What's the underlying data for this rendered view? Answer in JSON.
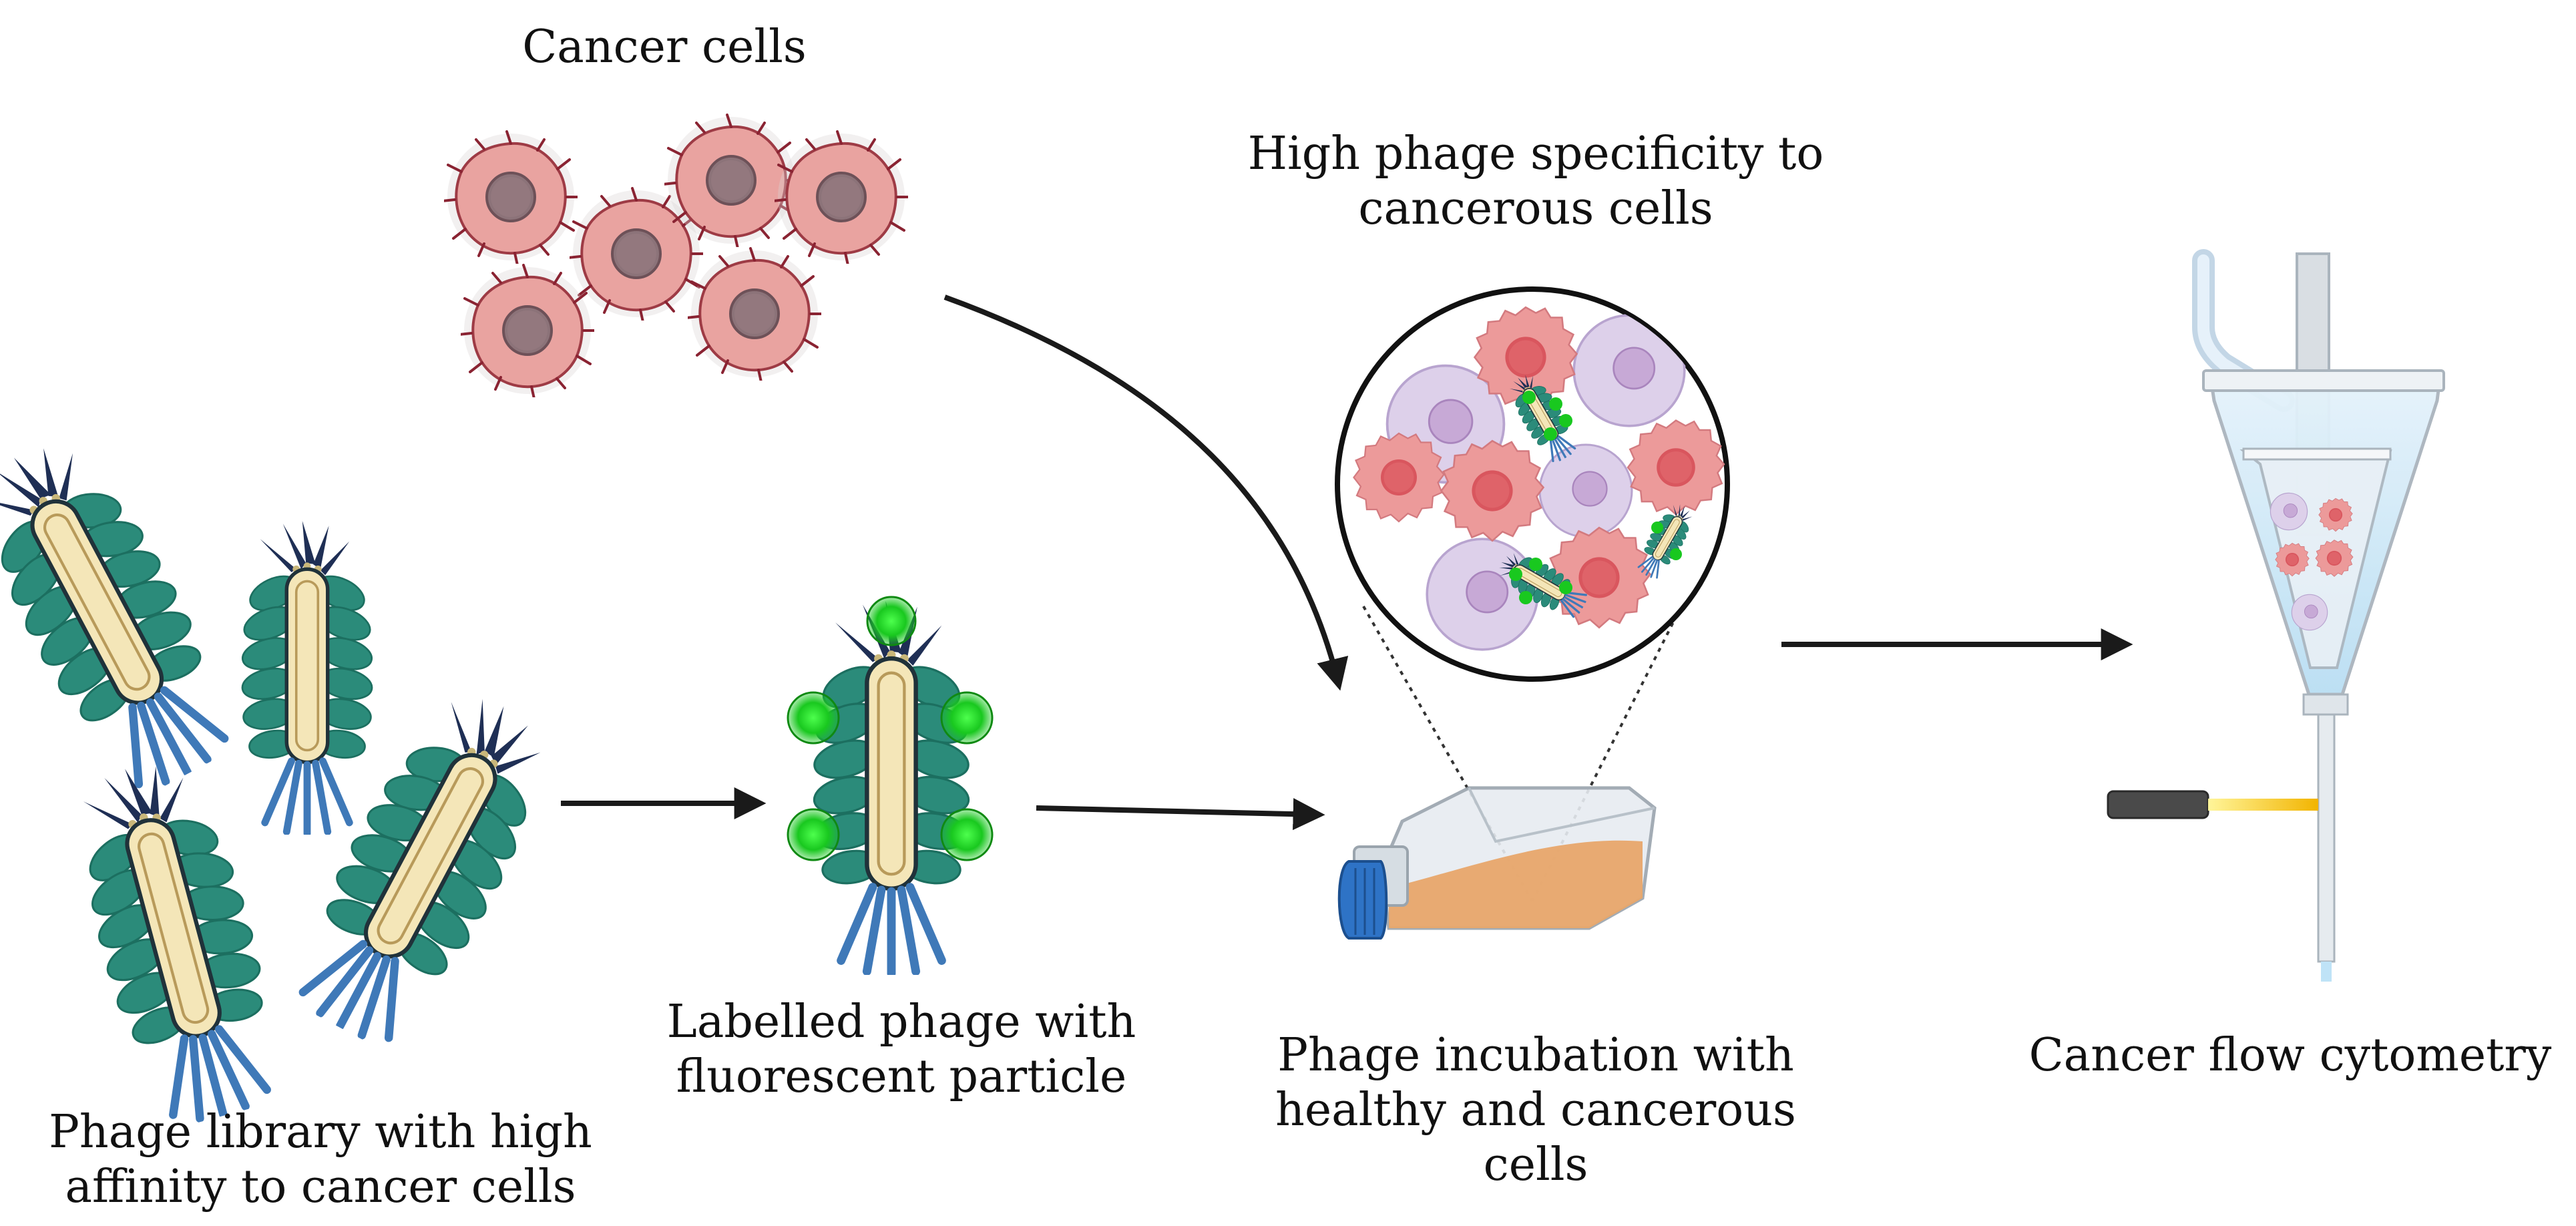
{
  "labels": {
    "cancer_cells": "Cancer cells",
    "specificity": [
      "High phage specificity to",
      "cancerous cells"
    ],
    "labelled_phage": [
      "Labelled phage with",
      "fluorescent particle"
    ],
    "incubation": [
      "Phage incubation with",
      "healthy and cancerous",
      "cells"
    ],
    "flow": "Cancer flow cytometry",
    "library": [
      "Phage library with high",
      "affinity to cancer cells"
    ]
  },
  "colors": {
    "cancer_cell": "#e9a3a0",
    "cancer_nucleus": "#8c7379",
    "healthy_cell": "#ddd0ea",
    "healthy_nucleus": "#c7a9d6",
    "phage_capsid": "#f4e6b8",
    "phage_body": "#2b8b7a",
    "phage_fibers": "#3f79b8",
    "phage_head": "#1f2f55",
    "fluorescent": "#19c81f",
    "flask_medium": "#e8a66a",
    "flask_cap": "#2e73c6",
    "arrow": "#1a1a1a"
  },
  "icons": [
    "cancer-cell-icon",
    "phage-icon",
    "labelled-phage-icon",
    "culture-flask-icon",
    "magnified-view-icon",
    "flow-cytometer-icon",
    "laser-icon"
  ]
}
